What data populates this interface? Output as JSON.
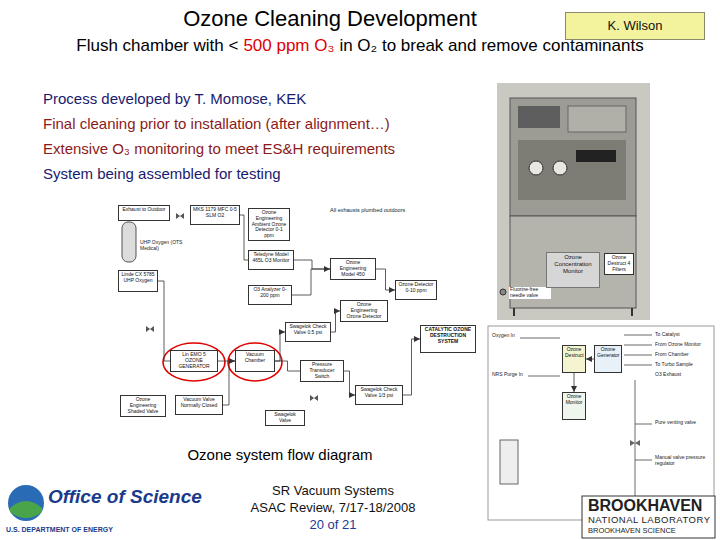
{
  "diagram": {
    "title": "Ozone Cleaning Development",
    "caption": "Ozone system flow diagram",
    "nodes": [
      {
        "text": [
          "K. Wilson"
        ]
      },
      {
        "text": [
          "Ozone Concentration Monitor"
        ]
      },
      {
        "text": [
          "Ozone Destruct 4 Filters"
        ]
      },
      {
        "text": [
          "Exhaust to Outdoor"
        ]
      },
      {
        "text": [
          "MKS 1179 MFC 0-5 SLM O2"
        ]
      },
      {
        "text": [
          "Ozone Engineering Ambient Ozone Detector 0-1 ppm"
        ]
      },
      {
        "text": [
          "Linde CX 5785 UHP Oxygen"
        ]
      },
      {
        "text": [
          "Teledyne Model 465L O3 Monitor"
        ]
      },
      {
        "text": [
          "O3 Analyzer 0-200 ppm"
        ]
      },
      {
        "text": [
          "Ozone Engineering Model 450"
        ]
      },
      {
        "text": [
          "Ozone Detector 0-10 ppm"
        ]
      },
      {
        "text": [
          "Ozone Engineering Ozone Detector"
        ]
      },
      {
        "text": [
          "Swagelok Check Valve 0.5 psi"
        ]
      },
      {
        "text": [
          "CATALYTIC OZONE DESTRUCTION SYSTEM"
        ]
      },
      {
        "text": [
          "Lin EMO 5 OZONE GENERATOR"
        ]
      },
      {
        "text": [
          "Vacuum Chamber"
        ]
      },
      {
        "text": [
          "Pressure Transducer Switch"
        ]
      },
      {
        "text": [
          "Swagelok Check Valve 1/3 psi"
        ]
      },
      {
        "text": [
          "Ozone Engineering Shaded Valve"
        ]
      },
      {
        "text": [
          "Vacuum Valve Normally Closed"
        ]
      },
      {
        "text": [
          "Swagelok Valve"
        ]
      },
      {
        "text": [
          "Ozone Destruct"
        ]
      },
      {
        "text": [
          "Ozone Generator"
        ]
      },
      {
        "text": [
          "Ozone Monitor"
        ]
      }
    ],
    "edges": [
      {
        "from": 6,
        "to": 14,
        "arrow": "none"
      },
      {
        "from": 14,
        "to": 15,
        "arrow": "to"
      },
      {
        "from": 15,
        "to": 12,
        "arrow": "to"
      },
      {
        "from": 12,
        "to": 11,
        "arrow": "to"
      },
      {
        "from": 15,
        "to": 16,
        "arrow": "none"
      },
      {
        "from": 16,
        "to": 17,
        "arrow": "to"
      },
      {
        "from": 17,
        "to": 13,
        "arrow": "to"
      },
      {
        "from": 4,
        "to": 7,
        "arrow": "none"
      },
      {
        "from": 7,
        "to": 9,
        "arrow": "to"
      },
      {
        "from": 8,
        "to": 9,
        "arrow": "none"
      },
      {
        "from": 9,
        "to": 10,
        "arrow": "to"
      },
      {
        "from": 19,
        "to": 15,
        "arrow": "none"
      },
      {
        "from": 22,
        "to": 21,
        "arrow": "to"
      },
      {
        "from": 21,
        "to": 23,
        "arrow": "to"
      }
    ],
    "labels": [
      "Flush chamber with <",
      "500 ppm O₃",
      "in O₂ to break and remove contaminants",
      "Process developed by T. Momose, KEK",
      "Final cleaning prior to installation (after alignment…)",
      "Extensive O₃ monitoring to meet ES&H requirements",
      "System being assembled for testing",
      "All exhausts plumbed outdoors",
      "UHP Oxygen (OTS Medical)",
      "Fluorine-free needle valve",
      "Oxygen In",
      "NRS Purge In",
      "To Catalyst",
      "From Ozone Monitor",
      "From Chamber",
      "To Turbo Sample",
      "O3 Exhaust",
      "Pure venting valve",
      "Manual valve pressure regulator",
      "SR Vacuum Systems",
      "ASAC Review, 7/17-18/2008",
      "20 of 21",
      "Office of Science",
      "U.S. DEPARTMENT OF ENERGY",
      "BROOKHAVEN",
      "NATIONAL LABORATORY",
      "BROOKHAVEN SCIENCE"
    ]
  }
}
